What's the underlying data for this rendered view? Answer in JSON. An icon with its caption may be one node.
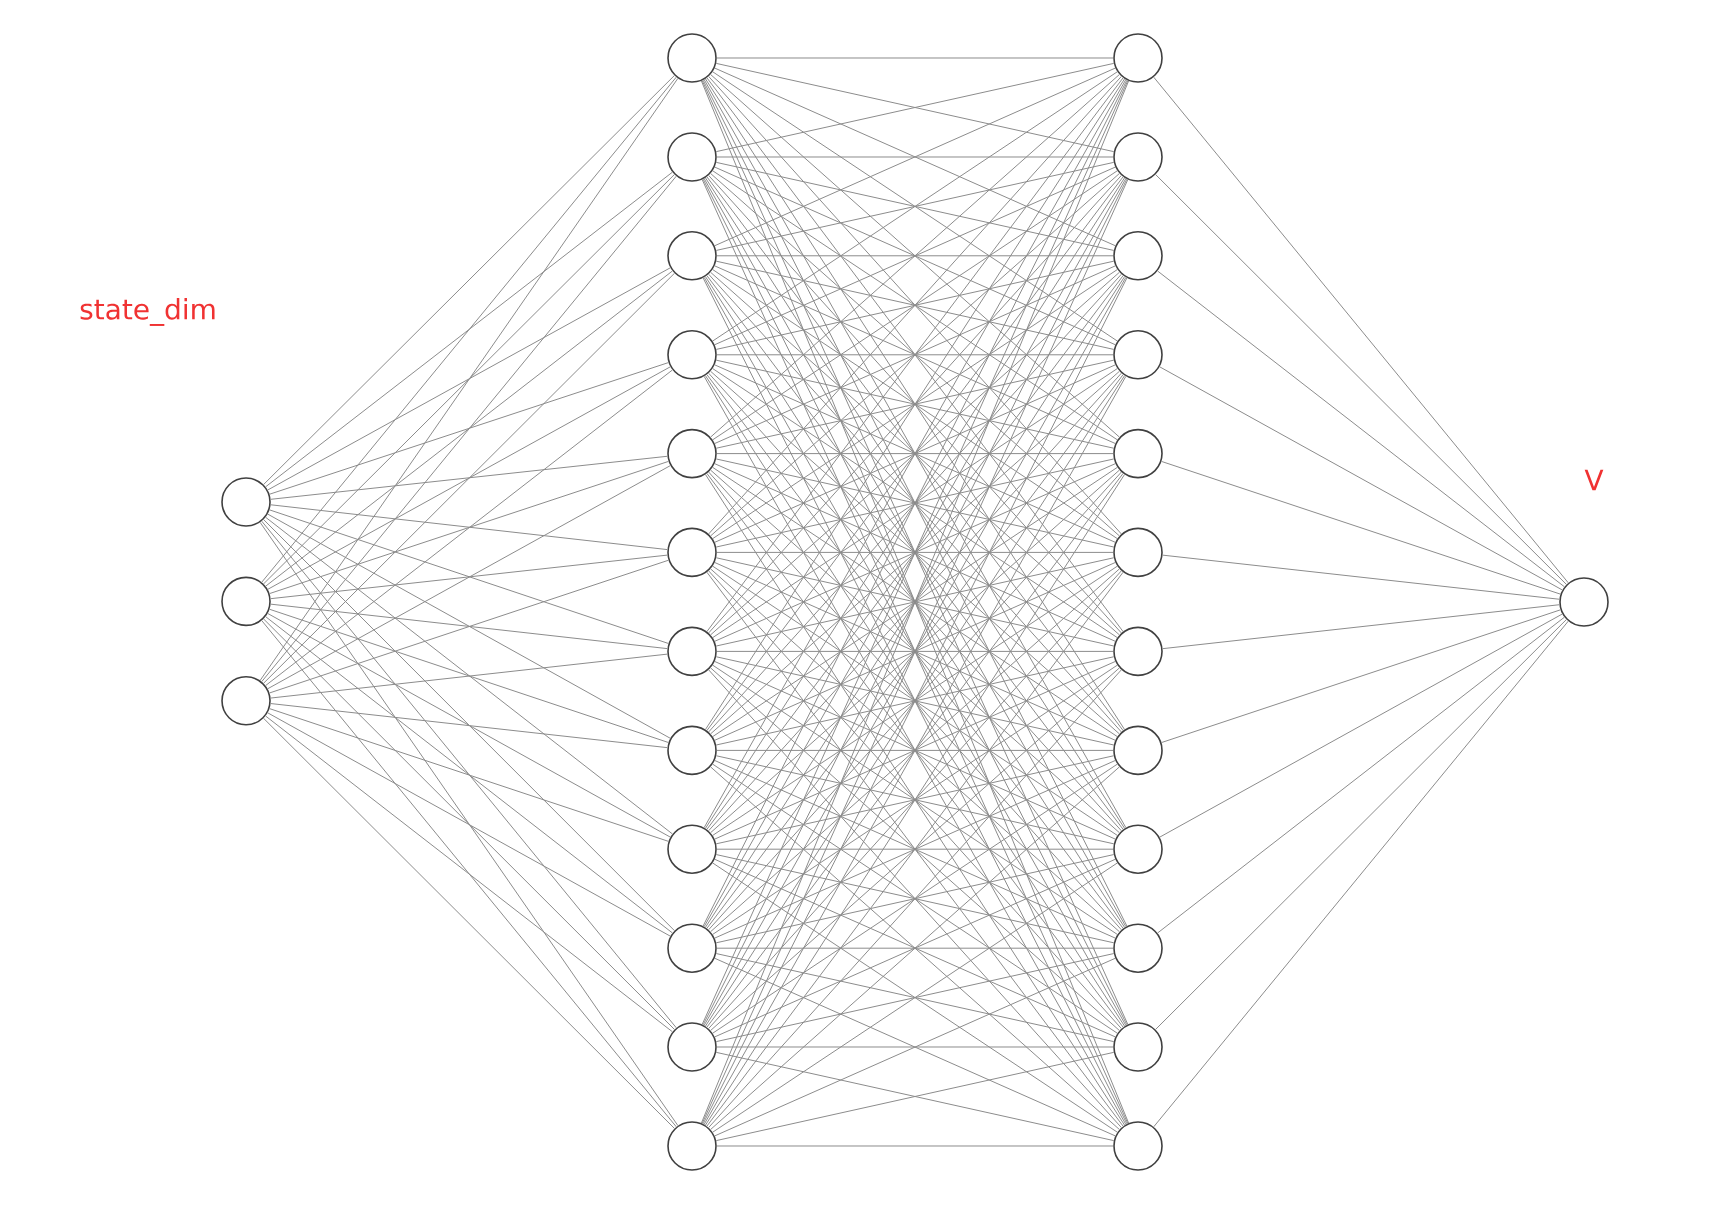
{
  "diagram": {
    "nodes": [
      {
        "text": [],
        "shape": "circle"
      },
      {
        "text": [],
        "shape": "circle"
      },
      {
        "text": [],
        "shape": "circle"
      },
      {
        "text": [],
        "shape": "circle"
      },
      {
        "text": [],
        "shape": "circle"
      },
      {
        "text": [],
        "shape": "circle"
      },
      {
        "text": [],
        "shape": "circle"
      },
      {
        "text": [],
        "shape": "circle"
      },
      {
        "text": [],
        "shape": "circle"
      },
      {
        "text": [],
        "shape": "circle"
      },
      {
        "text": [],
        "shape": "circle"
      },
      {
        "text": [],
        "shape": "circle"
      },
      {
        "text": [],
        "shape": "circle"
      },
      {
        "text": [],
        "shape": "circle"
      },
      {
        "text": [],
        "shape": "circle"
      },
      {
        "text": [],
        "shape": "circle"
      },
      {
        "text": [],
        "shape": "circle"
      },
      {
        "text": [],
        "shape": "circle"
      },
      {
        "text": [],
        "shape": "circle"
      },
      {
        "text": [],
        "shape": "circle"
      },
      {
        "text": [],
        "shape": "circle"
      },
      {
        "text": [],
        "shape": "circle"
      },
      {
        "text": [],
        "shape": "circle"
      },
      {
        "text": [],
        "shape": "circle"
      },
      {
        "text": [],
        "shape": "circle"
      },
      {
        "text": [],
        "shape": "circle"
      },
      {
        "text": [],
        "shape": "circle"
      },
      {
        "text": [],
        "shape": "circle"
      }
    ],
    "edges": [
      {
        "from": 0,
        "to": 3,
        "arrow": "none"
      },
      {
        "from": 0,
        "to": 4,
        "arrow": "none"
      },
      {
        "from": 0,
        "to": 5,
        "arrow": "none"
      },
      {
        "from": 0,
        "to": 6,
        "arrow": "none"
      },
      {
        "from": 0,
        "to": 7,
        "arrow": "none"
      },
      {
        "from": 0,
        "to": 8,
        "arrow": "none"
      },
      {
        "from": 0,
        "to": 9,
        "arrow": "none"
      },
      {
        "from": 0,
        "to": 10,
        "arrow": "none"
      },
      {
        "from": 0,
        "to": 11,
        "arrow": "none"
      },
      {
        "from": 0,
        "to": 12,
        "arrow": "none"
      },
      {
        "from": 0,
        "to": 13,
        "arrow": "none"
      },
      {
        "from": 0,
        "to": 14,
        "arrow": "none"
      },
      {
        "from": 1,
        "to": 3,
        "arrow": "none"
      },
      {
        "from": 1,
        "to": 4,
        "arrow": "none"
      },
      {
        "from": 1,
        "to": 5,
        "arrow": "none"
      },
      {
        "from": 1,
        "to": 6,
        "arrow": "none"
      },
      {
        "from": 1,
        "to": 7,
        "arrow": "none"
      },
      {
        "from": 1,
        "to": 8,
        "arrow": "none"
      },
      {
        "from": 1,
        "to": 9,
        "arrow": "none"
      },
      {
        "from": 1,
        "to": 10,
        "arrow": "none"
      },
      {
        "from": 1,
        "to": 11,
        "arrow": "none"
      },
      {
        "from": 1,
        "to": 12,
        "arrow": "none"
      },
      {
        "from": 1,
        "to": 13,
        "arrow": "none"
      },
      {
        "from": 1,
        "to": 14,
        "arrow": "none"
      },
      {
        "from": 2,
        "to": 3,
        "arrow": "none"
      },
      {
        "from": 2,
        "to": 4,
        "arrow": "none"
      },
      {
        "from": 2,
        "to": 5,
        "arrow": "none"
      },
      {
        "from": 2,
        "to": 6,
        "arrow": "none"
      },
      {
        "from": 2,
        "to": 7,
        "arrow": "none"
      },
      {
        "from": 2,
        "to": 8,
        "arrow": "none"
      },
      {
        "from": 2,
        "to": 9,
        "arrow": "none"
      },
      {
        "from": 2,
        "to": 10,
        "arrow": "none"
      },
      {
        "from": 2,
        "to": 11,
        "arrow": "none"
      },
      {
        "from": 2,
        "to": 12,
        "arrow": "none"
      },
      {
        "from": 2,
        "to": 13,
        "arrow": "none"
      },
      {
        "from": 2,
        "to": 14,
        "arrow": "none"
      },
      {
        "from": 3,
        "to": 15,
        "arrow": "none"
      },
      {
        "from": 3,
        "to": 16,
        "arrow": "none"
      },
      {
        "from": 3,
        "to": 17,
        "arrow": "none"
      },
      {
        "from": 3,
        "to": 18,
        "arrow": "none"
      },
      {
        "from": 3,
        "to": 19,
        "arrow": "none"
      },
      {
        "from": 3,
        "to": 20,
        "arrow": "none"
      },
      {
        "from": 3,
        "to": 21,
        "arrow": "none"
      },
      {
        "from": 3,
        "to": 22,
        "arrow": "none"
      },
      {
        "from": 3,
        "to": 23,
        "arrow": "none"
      },
      {
        "from": 3,
        "to": 24,
        "arrow": "none"
      },
      {
        "from": 3,
        "to": 25,
        "arrow": "none"
      },
      {
        "from": 3,
        "to": 26,
        "arrow": "none"
      },
      {
        "from": 4,
        "to": 15,
        "arrow": "none"
      },
      {
        "from": 4,
        "to": 16,
        "arrow": "none"
      },
      {
        "from": 4,
        "to": 17,
        "arrow": "none"
      },
      {
        "from": 4,
        "to": 18,
        "arrow": "none"
      },
      {
        "from": 4,
        "to": 19,
        "arrow": "none"
      },
      {
        "from": 4,
        "to": 20,
        "arrow": "none"
      },
      {
        "from": 4,
        "to": 21,
        "arrow": "none"
      },
      {
        "from": 4,
        "to": 22,
        "arrow": "none"
      },
      {
        "from": 4,
        "to": 23,
        "arrow": "none"
      },
      {
        "from": 4,
        "to": 24,
        "arrow": "none"
      },
      {
        "from": 4,
        "to": 25,
        "arrow": "none"
      },
      {
        "from": 4,
        "to": 26,
        "arrow": "none"
      },
      {
        "from": 5,
        "to": 15,
        "arrow": "none"
      },
      {
        "from": 5,
        "to": 16,
        "arrow": "none"
      },
      {
        "from": 5,
        "to": 17,
        "arrow": "none"
      },
      {
        "from": 5,
        "to": 18,
        "arrow": "none"
      },
      {
        "from": 5,
        "to": 19,
        "arrow": "none"
      },
      {
        "from": 5,
        "to": 20,
        "arrow": "none"
      },
      {
        "from": 5,
        "to": 21,
        "arrow": "none"
      },
      {
        "from": 5,
        "to": 22,
        "arrow": "none"
      },
      {
        "from": 5,
        "to": 23,
        "arrow": "none"
      },
      {
        "from": 5,
        "to": 24,
        "arrow": "none"
      },
      {
        "from": 5,
        "to": 25,
        "arrow": "none"
      },
      {
        "from": 5,
        "to": 26,
        "arrow": "none"
      },
      {
        "from": 6,
        "to": 15,
        "arrow": "none"
      },
      {
        "from": 6,
        "to": 16,
        "arrow": "none"
      },
      {
        "from": 6,
        "to": 17,
        "arrow": "none"
      },
      {
        "from": 6,
        "to": 18,
        "arrow": "none"
      },
      {
        "from": 6,
        "to": 19,
        "arrow": "none"
      },
      {
        "from": 6,
        "to": 20,
        "arrow": "none"
      },
      {
        "from": 6,
        "to": 21,
        "arrow": "none"
      },
      {
        "from": 6,
        "to": 22,
        "arrow": "none"
      },
      {
        "from": 6,
        "to": 23,
        "arrow": "none"
      },
      {
        "from": 6,
        "to": 24,
        "arrow": "none"
      },
      {
        "from": 6,
        "to": 25,
        "arrow": "none"
      },
      {
        "from": 6,
        "to": 26,
        "arrow": "none"
      },
      {
        "from": 7,
        "to": 15,
        "arrow": "none"
      },
      {
        "from": 7,
        "to": 16,
        "arrow": "none"
      },
      {
        "from": 7,
        "to": 17,
        "arrow": "none"
      },
      {
        "from": 7,
        "to": 18,
        "arrow": "none"
      },
      {
        "from": 7,
        "to": 19,
        "arrow": "none"
      },
      {
        "from": 7,
        "to": 20,
        "arrow": "none"
      },
      {
        "from": 7,
        "to": 21,
        "arrow": "none"
      },
      {
        "from": 7,
        "to": 22,
        "arrow": "none"
      },
      {
        "from": 7,
        "to": 23,
        "arrow": "none"
      },
      {
        "from": 7,
        "to": 24,
        "arrow": "none"
      },
      {
        "from": 7,
        "to": 25,
        "arrow": "none"
      },
      {
        "from": 7,
        "to": 26,
        "arrow": "none"
      },
      {
        "from": 8,
        "to": 15,
        "arrow": "none"
      },
      {
        "from": 8,
        "to": 16,
        "arrow": "none"
      },
      {
        "from": 8,
        "to": 17,
        "arrow": "none"
      },
      {
        "from": 8,
        "to": 18,
        "arrow": "none"
      },
      {
        "from": 8,
        "to": 19,
        "arrow": "none"
      },
      {
        "from": 8,
        "to": 20,
        "arrow": "none"
      },
      {
        "from": 8,
        "to": 21,
        "arrow": "none"
      },
      {
        "from": 8,
        "to": 22,
        "arrow": "none"
      },
      {
        "from": 8,
        "to": 23,
        "arrow": "none"
      },
      {
        "from": 8,
        "to": 24,
        "arrow": "none"
      },
      {
        "from": 8,
        "to": 25,
        "arrow": "none"
      },
      {
        "from": 8,
        "to": 26,
        "arrow": "none"
      },
      {
        "from": 9,
        "to": 15,
        "arrow": "none"
      },
      {
        "from": 9,
        "to": 16,
        "arrow": "none"
      },
      {
        "from": 9,
        "to": 17,
        "arrow": "none"
      },
      {
        "from": 9,
        "to": 18,
        "arrow": "none"
      },
      {
        "from": 9,
        "to": 19,
        "arrow": "none"
      },
      {
        "from": 9,
        "to": 20,
        "arrow": "none"
      },
      {
        "from": 9,
        "to": 21,
        "arrow": "none"
      },
      {
        "from": 9,
        "to": 22,
        "arrow": "none"
      },
      {
        "from": 9,
        "to": 23,
        "arrow": "none"
      },
      {
        "from": 9,
        "to": 24,
        "arrow": "none"
      },
      {
        "from": 9,
        "to": 25,
        "arrow": "none"
      },
      {
        "from": 9,
        "to": 26,
        "arrow": "none"
      },
      {
        "from": 10,
        "to": 15,
        "arrow": "none"
      },
      {
        "from": 10,
        "to": 16,
        "arrow": "none"
      },
      {
        "from": 10,
        "to": 17,
        "arrow": "none"
      },
      {
        "from": 10,
        "to": 18,
        "arrow": "none"
      },
      {
        "from": 10,
        "to": 19,
        "arrow": "none"
      },
      {
        "from": 10,
        "to": 20,
        "arrow": "none"
      },
      {
        "from": 10,
        "to": 21,
        "arrow": "none"
      },
      {
        "from": 10,
        "to": 22,
        "arrow": "none"
      },
      {
        "from": 10,
        "to": 23,
        "arrow": "none"
      },
      {
        "from": 10,
        "to": 24,
        "arrow": "none"
      },
      {
        "from": 10,
        "to": 25,
        "arrow": "none"
      },
      {
        "from": 10,
        "to": 26,
        "arrow": "none"
      },
      {
        "from": 11,
        "to": 15,
        "arrow": "none"
      },
      {
        "from": 11,
        "to": 16,
        "arrow": "none"
      },
      {
        "from": 11,
        "to": 17,
        "arrow": "none"
      },
      {
        "from": 11,
        "to": 18,
        "arrow": "none"
      },
      {
        "from": 11,
        "to": 19,
        "arrow": "none"
      },
      {
        "from": 11,
        "to": 20,
        "arrow": "none"
      },
      {
        "from": 11,
        "to": 21,
        "arrow": "none"
      },
      {
        "from": 11,
        "to": 22,
        "arrow": "none"
      },
      {
        "from": 11,
        "to": 23,
        "arrow": "none"
      },
      {
        "from": 11,
        "to": 24,
        "arrow": "none"
      },
      {
        "from": 11,
        "to": 25,
        "arrow": "none"
      },
      {
        "from": 11,
        "to": 26,
        "arrow": "none"
      },
      {
        "from": 12,
        "to": 15,
        "arrow": "none"
      },
      {
        "from": 12,
        "to": 16,
        "arrow": "none"
      },
      {
        "from": 12,
        "to": 17,
        "arrow": "none"
      },
      {
        "from": 12,
        "to": 18,
        "arrow": "none"
      },
      {
        "from": 12,
        "to": 19,
        "arrow": "none"
      },
      {
        "from": 12,
        "to": 20,
        "arrow": "none"
      },
      {
        "from": 12,
        "to": 21,
        "arrow": "none"
      },
      {
        "from": 12,
        "to": 22,
        "arrow": "none"
      },
      {
        "from": 12,
        "to": 23,
        "arrow": "none"
      },
      {
        "from": 12,
        "to": 24,
        "arrow": "none"
      },
      {
        "from": 12,
        "to": 25,
        "arrow": "none"
      },
      {
        "from": 12,
        "to": 26,
        "arrow": "none"
      },
      {
        "from": 13,
        "to": 15,
        "arrow": "none"
      },
      {
        "from": 13,
        "to": 16,
        "arrow": "none"
      },
      {
        "from": 13,
        "to": 17,
        "arrow": "none"
      },
      {
        "from": 13,
        "to": 18,
        "arrow": "none"
      },
      {
        "from": 13,
        "to": 19,
        "arrow": "none"
      },
      {
        "from": 13,
        "to": 20,
        "arrow": "none"
      },
      {
        "from": 13,
        "to": 21,
        "arrow": "none"
      },
      {
        "from": 13,
        "to": 22,
        "arrow": "none"
      },
      {
        "from": 13,
        "to": 23,
        "arrow": "none"
      },
      {
        "from": 13,
        "to": 24,
        "arrow": "none"
      },
      {
        "from": 13,
        "to": 25,
        "arrow": "none"
      },
      {
        "from": 13,
        "to": 26,
        "arrow": "none"
      },
      {
        "from": 14,
        "to": 15,
        "arrow": "none"
      },
      {
        "from": 14,
        "to": 16,
        "arrow": "none"
      },
      {
        "from": 14,
        "to": 17,
        "arrow": "none"
      },
      {
        "from": 14,
        "to": 18,
        "arrow": "none"
      },
      {
        "from": 14,
        "to": 19,
        "arrow": "none"
      },
      {
        "from": 14,
        "to": 20,
        "arrow": "none"
      },
      {
        "from": 14,
        "to": 21,
        "arrow": "none"
      },
      {
        "from": 14,
        "to": 22,
        "arrow": "none"
      },
      {
        "from": 14,
        "to": 23,
        "arrow": "none"
      },
      {
        "from": 14,
        "to": 24,
        "arrow": "none"
      },
      {
        "from": 14,
        "to": 25,
        "arrow": "none"
      },
      {
        "from": 14,
        "to": 26,
        "arrow": "none"
      },
      {
        "from": 15,
        "to": 27,
        "arrow": "none"
      },
      {
        "from": 16,
        "to": 27,
        "arrow": "none"
      },
      {
        "from": 17,
        "to": 27,
        "arrow": "none"
      },
      {
        "from": 18,
        "to": 27,
        "arrow": "none"
      },
      {
        "from": 19,
        "to": 27,
        "arrow": "none"
      },
      {
        "from": 20,
        "to": 27,
        "arrow": "none"
      },
      {
        "from": 21,
        "to": 27,
        "arrow": "none"
      },
      {
        "from": 22,
        "to": 27,
        "arrow": "none"
      },
      {
        "from": 23,
        "to": 27,
        "arrow": "none"
      },
      {
        "from": 24,
        "to": 27,
        "arrow": "none"
      },
      {
        "from": 25,
        "to": 27,
        "arrow": "none"
      },
      {
        "from": 26,
        "to": 27,
        "arrow": "none"
      }
    ],
    "labels": [
      "state_dim",
      "V"
    ]
  }
}
